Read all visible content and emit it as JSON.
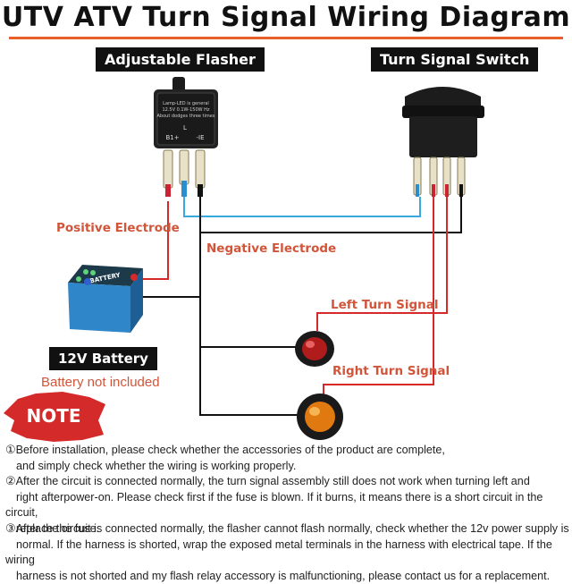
{
  "title": "UTV ATV Turn Signal Wiring Diagram",
  "labels": {
    "flasher": "Adjustable Flasher",
    "switch": "Turn Signal Switch",
    "positive": "Positive Electrode",
    "negative": "Negative Electrode",
    "left_signal": "Left Turn Signal",
    "right_signal": "Right Turn Signal",
    "battery": "12V Battery",
    "battery_note": "Battery not included",
    "note_badge": "NOTE"
  },
  "flasher_face": {
    "line1": "Lamp-LED is general",
    "line2": "12.5V 0.1W-150W Hz",
    "line3": "About dodges three times",
    "pin_b": "B1+",
    "pin_e": "-IE",
    "pin_l": "L"
  },
  "battery_face": "BATTERY",
  "notes": [
    {
      "num": "①",
      "lines": [
        "Before installation, please check whether the accessories of the product are complete,",
        "and simply check whether the wiring is working properly."
      ]
    },
    {
      "num": "②",
      "lines": [
        "After the circuit is connected normally, the turn signal assembly still does not work when turning left and",
        "right afterpower-on. Please check first if the fuse is blown. If it burns, it means there is a short circuit in the circuit,",
        "replace the fuse."
      ]
    },
    {
      "num": "③",
      "lines": [
        "After the circuit is connected normally, the flasher cannot flash normally, check whether the 12v power supply is",
        "normal. If the harness is shorted, wrap the exposed metal terminals in the harness with electrical tape. If the wiring",
        "harness is not shorted and my flash relay accessory is malfunctioning, please contact us for a replacement."
      ]
    }
  ],
  "colors": {
    "accent": "#e8612c",
    "red_wire": "#d62a2a",
    "blue_wire": "#3aa8e0",
    "black_wire": "#111111",
    "amber_lens": "#e07a10",
    "red_lens": "#b01c1c"
  }
}
